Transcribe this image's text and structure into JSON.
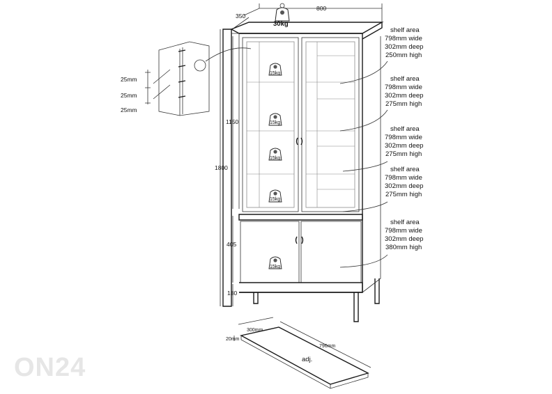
{
  "dimensions": {
    "width_top": "800",
    "depth_top": "350",
    "top_load": "30kg",
    "total_height": "1800",
    "upper_height": "1150",
    "lower_height": "405",
    "leg_height": "180"
  },
  "shelf_pitch": [
    "25mm",
    "25mm",
    "25mm"
  ],
  "shelf_load": "15kg",
  "shelf_areas": [
    {
      "title": "shelf area",
      "wide": "798mm wide",
      "deep": "302mm deep",
      "high": "250mm high"
    },
    {
      "title": "shelf area",
      "wide": "798mm wide",
      "deep": "302mm deep",
      "high": "275mm high"
    },
    {
      "title": "shelf area",
      "wide": "798mm wide",
      "deep": "302mm deep",
      "high": "275mm high"
    },
    {
      "title": "shelf area",
      "wide": "798mm wide",
      "deep": "302mm deep",
      "high": "275mm high"
    },
    {
      "title": "shelf area",
      "wide": "798mm wide",
      "deep": "302mm deep",
      "high": "380mm high"
    }
  ],
  "loose_shelf": {
    "length": "796mm",
    "depth": "300mm",
    "thickness": "20mm",
    "note": "adj."
  },
  "watermark": "ON24"
}
